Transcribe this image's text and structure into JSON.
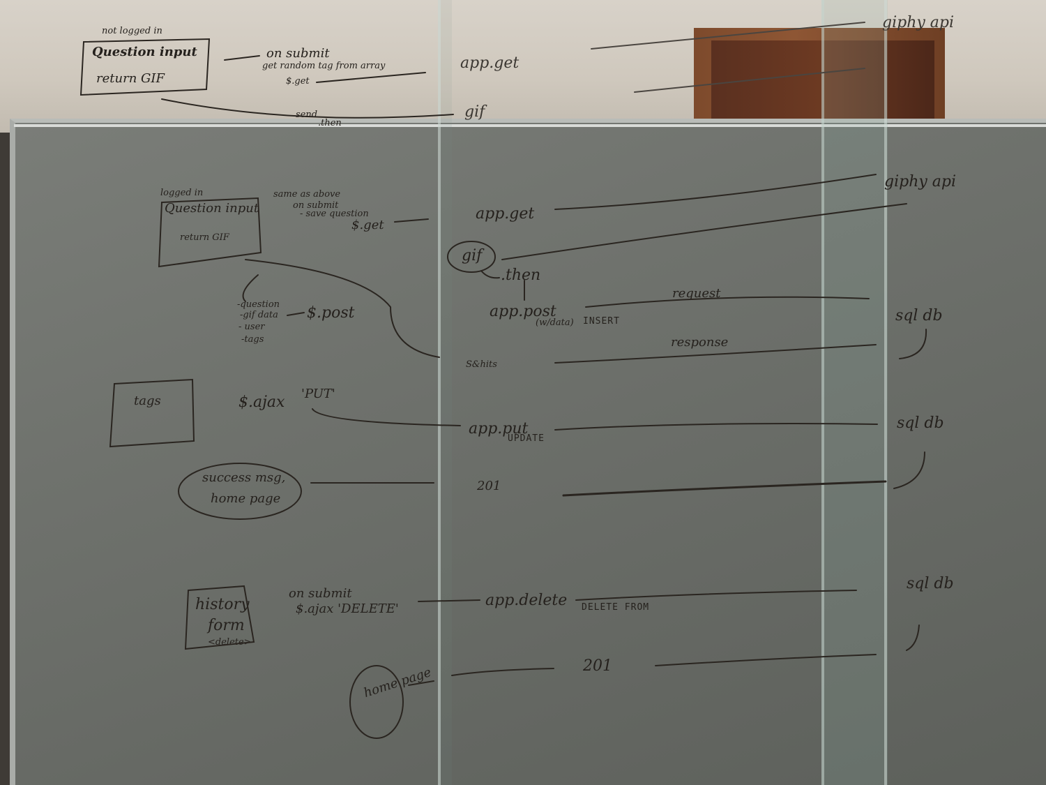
{
  "wall_sketch": {
    "not_logged_in": "not logged in",
    "question_input": "Question input",
    "return_gif": "return GIF",
    "on_submit": "on submit",
    "get_random_tag": "get random tag from array",
    "dollar_get": "$.get",
    "app_get": "app.get",
    "giphy_api": "giphy api",
    "gif": "gif",
    "send": "send",
    "then": ".then"
  },
  "board": {
    "logged_in": "logged in",
    "question_input": "Question input",
    "return_gif": "return GIF",
    "same_as_above": "same as above",
    "on_submit": "on submit",
    "save_question": "- save question",
    "dollar_get": "$.get",
    "app_get": "app.get",
    "giphy_api": "giphy api",
    "gif": "gif",
    "then": ".then",
    "app_post": "app.post",
    "with_data": "(w/data)",
    "insert": "INSERT",
    "request": "request",
    "response": "response",
    "sql_db_1": "sql db",
    "post_list": [
      "-question",
      "-gif data",
      "- user",
      "-tags"
    ],
    "dollar_post": "$.post",
    "status_label": "S&hits",
    "tags": "tags",
    "ajax_put": "$.ajax",
    "put": "'PUT'",
    "app_put": "app.put",
    "update": "UPDATE",
    "sql_db_2": "sql db",
    "success_msg": "success msg,",
    "home_page": "home page",
    "code_201_a": "201",
    "history": "history",
    "form": "form",
    "delete_tag": "<delete>",
    "on_submit_2": "on submit",
    "ajax_delete": "$.ajax 'DELETE'",
    "app_delete": "app.delete",
    "delete_from": "DELETE FROM",
    "sql_db_3": "sql db",
    "code_201_b": "201",
    "home_page_2": "home page"
  },
  "colors": {
    "ink": "#25211d",
    "board": "#6f726d",
    "wall": "#d3ccc2",
    "door": "#7d4a2c"
  }
}
